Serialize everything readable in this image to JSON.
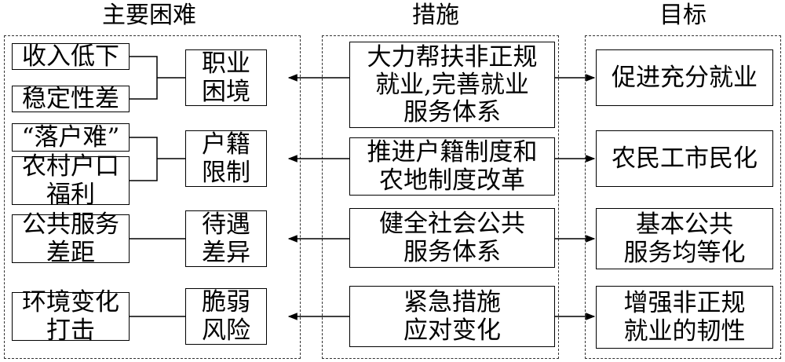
{
  "headers": {
    "difficulties": "主要困难",
    "measures": "措施",
    "goals": "目标"
  },
  "difficulties": [
    {
      "category": "职业困境",
      "category_lines": [
        "职业",
        "困境"
      ],
      "causes": [
        {
          "lines": [
            "收入低下"
          ]
        },
        {
          "lines": [
            "稳定性差"
          ]
        }
      ]
    },
    {
      "category": "户籍限制",
      "category_lines": [
        "户籍",
        "限制"
      ],
      "causes": [
        {
          "lines": [
            "“落户难”"
          ]
        },
        {
          "lines": [
            "农村户口",
            "福利"
          ]
        }
      ]
    },
    {
      "category": "待遇差异",
      "category_lines": [
        "待遇",
        "差异"
      ],
      "causes": [
        {
          "lines": [
            "公共服务",
            "差距"
          ]
        }
      ]
    },
    {
      "category": "脆弱风险",
      "category_lines": [
        "脆弱",
        "风险"
      ],
      "causes": [
        {
          "lines": [
            "环境变化",
            "打击"
          ]
        }
      ]
    }
  ],
  "measures": [
    {
      "lines": [
        "大力帮扶非正规",
        "就业,完善就业",
        "服务体系"
      ]
    },
    {
      "lines": [
        "推进户籍制度和",
        "农地制度改革"
      ]
    },
    {
      "lines": [
        "健全社会公共",
        "服务体系"
      ]
    },
    {
      "lines": [
        "紧急措施",
        "应对变化"
      ]
    }
  ],
  "goals": [
    {
      "lines": [
        "促进充分就业"
      ]
    },
    {
      "lines": [
        "农民工市民化"
      ]
    },
    {
      "lines": [
        "基本公共",
        "服务均等化"
      ]
    },
    {
      "lines": [
        "增强非正规",
        "就业的韧性"
      ]
    }
  ]
}
